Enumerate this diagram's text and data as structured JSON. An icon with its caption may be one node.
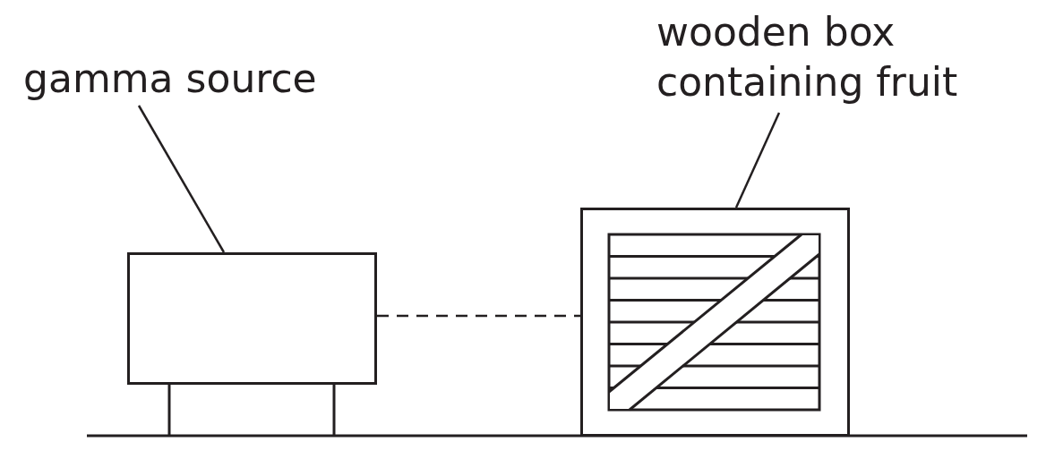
{
  "diagram": {
    "nodes": [
      {
        "text": [
          "gamma source"
        ]
      },
      {
        "text": [],
        "shape": "box"
      },
      {
        "text": [
          "wooden box containing fruit"
        ]
      },
      {
        "text": [],
        "shape": "box"
      }
    ],
    "edges": [
      {
        "from": 0,
        "to": 1,
        "arrow": "none"
      },
      {
        "from": 2,
        "to": 3,
        "arrow": "none"
      },
      {
        "from": 1,
        "to": 3,
        "arrow": "none",
        "style": "dashed"
      }
    ]
  }
}
